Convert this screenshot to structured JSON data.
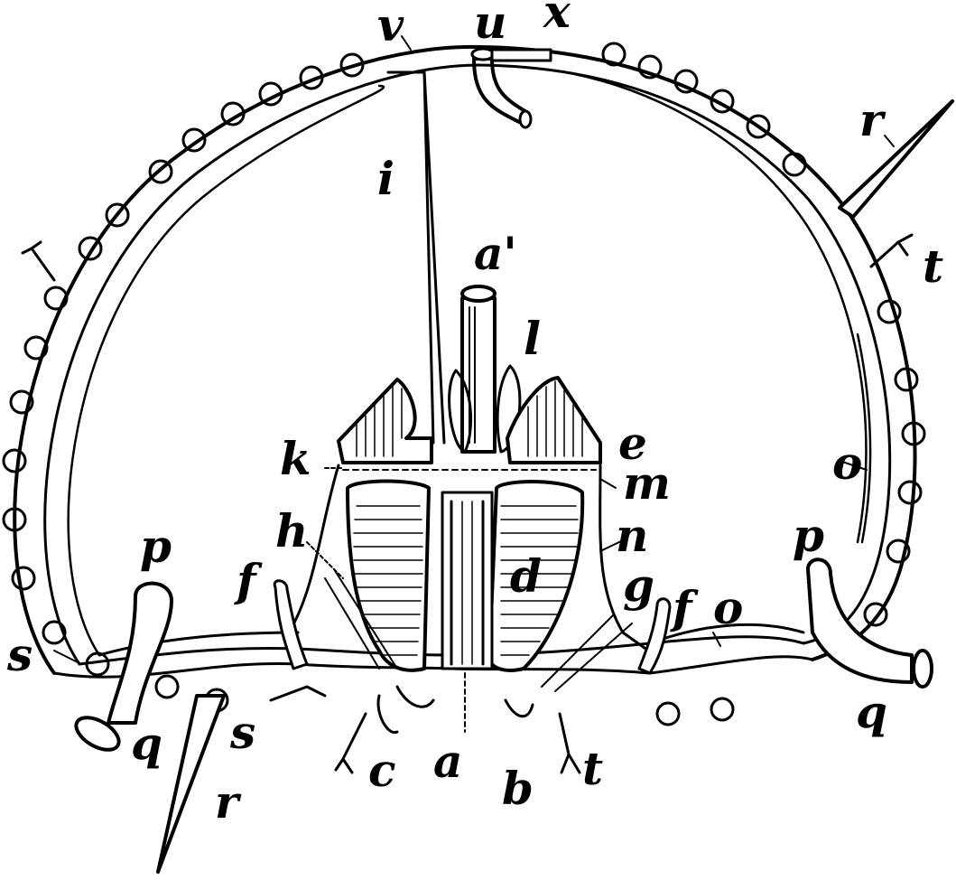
{
  "colors": {
    "ink": "#000000",
    "paper": "#ffffff"
  },
  "labels": {
    "v": "v",
    "u": "u",
    "x": "x",
    "r_top": "r",
    "i": "i",
    "a_prime": "a'",
    "l": "l",
    "t_right": "t",
    "k": "k",
    "e": "e",
    "m": "m",
    "o_right": "o",
    "h": "h",
    "n": "n",
    "p_left": "p",
    "p_right": "p",
    "f_left": "f",
    "d": "d",
    "g": "g",
    "f_right": "f",
    "o_lower": "o",
    "s_left": "s",
    "q_left": "q",
    "q_right": "q",
    "s_lower": "s",
    "c": "c",
    "a": "a",
    "b": "b",
    "t_lower": "t",
    "r_lower": "r"
  }
}
